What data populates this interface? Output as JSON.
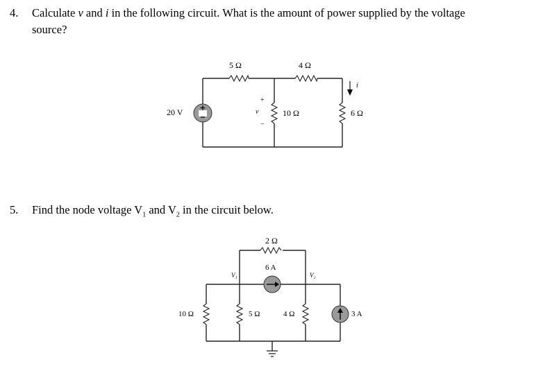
{
  "q4": {
    "number": "4.",
    "line1_pre": "Calculate ",
    "v": "v",
    "and_word": " and ",
    "i": "i",
    "line1_post": " in the following circuit. What is the amount of power supplied by the voltage",
    "line2": "source?",
    "circuit": {
      "source_label": "20 V",
      "r1_label": "5 Ω",
      "r2_label": "4 Ω",
      "r3_label": "10 Ω",
      "r4_label": "6 Ω",
      "v_label": "v",
      "plus": "+",
      "minus": "−",
      "i_label": "i"
    }
  },
  "q5": {
    "number": "5.",
    "text_pre": "Find the node voltage V",
    "sub1": "1",
    "text_mid": " and V",
    "sub2": "2",
    "text_post": " in the circuit below.",
    "circuit": {
      "r_top_label": "2 Ω",
      "cs_label": "6 A",
      "v1_label": "V₁",
      "v2_label": "V₂",
      "r_left_label": "10 Ω",
      "r_mid_label": "5 Ω",
      "r_right_label": "4 Ω",
      "cs2_label": "3 A"
    }
  }
}
